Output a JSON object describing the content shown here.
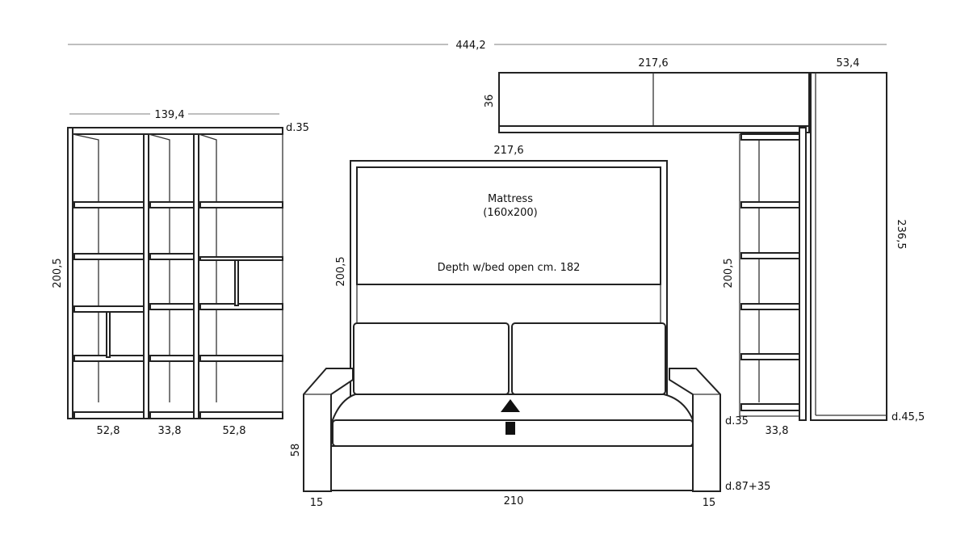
{
  "dimensions": {
    "total_width": "444,2",
    "bookcase_width": "139,4",
    "bookcase_depth": "d.35",
    "bookcase_height": "200,5",
    "bookcase_col1": "52,8",
    "bookcase_col2": "33,8",
    "bookcase_col3": "52,8",
    "top_cabinet_width": "217,6",
    "top_cabinet_height": "36",
    "tall_cabinet_width": "53,4",
    "tall_cabinet_height": "236,5",
    "tall_cabinet_depth": "d.45,5",
    "bed_width": "217,6",
    "bed_height": "200,5",
    "right_shelf_height": "200,5",
    "right_shelf_width": "33,8",
    "right_shelf_depth": "d.35",
    "sofa_seat_height": "58",
    "sofa_width": "210",
    "armrest_left": "15",
    "armrest_right": "15",
    "sofa_depth": "d.87+35"
  },
  "labels": {
    "mattress": "Mattress",
    "mattress_size": "(160x200)",
    "depth_note": "Depth w/bed open cm. 182"
  }
}
